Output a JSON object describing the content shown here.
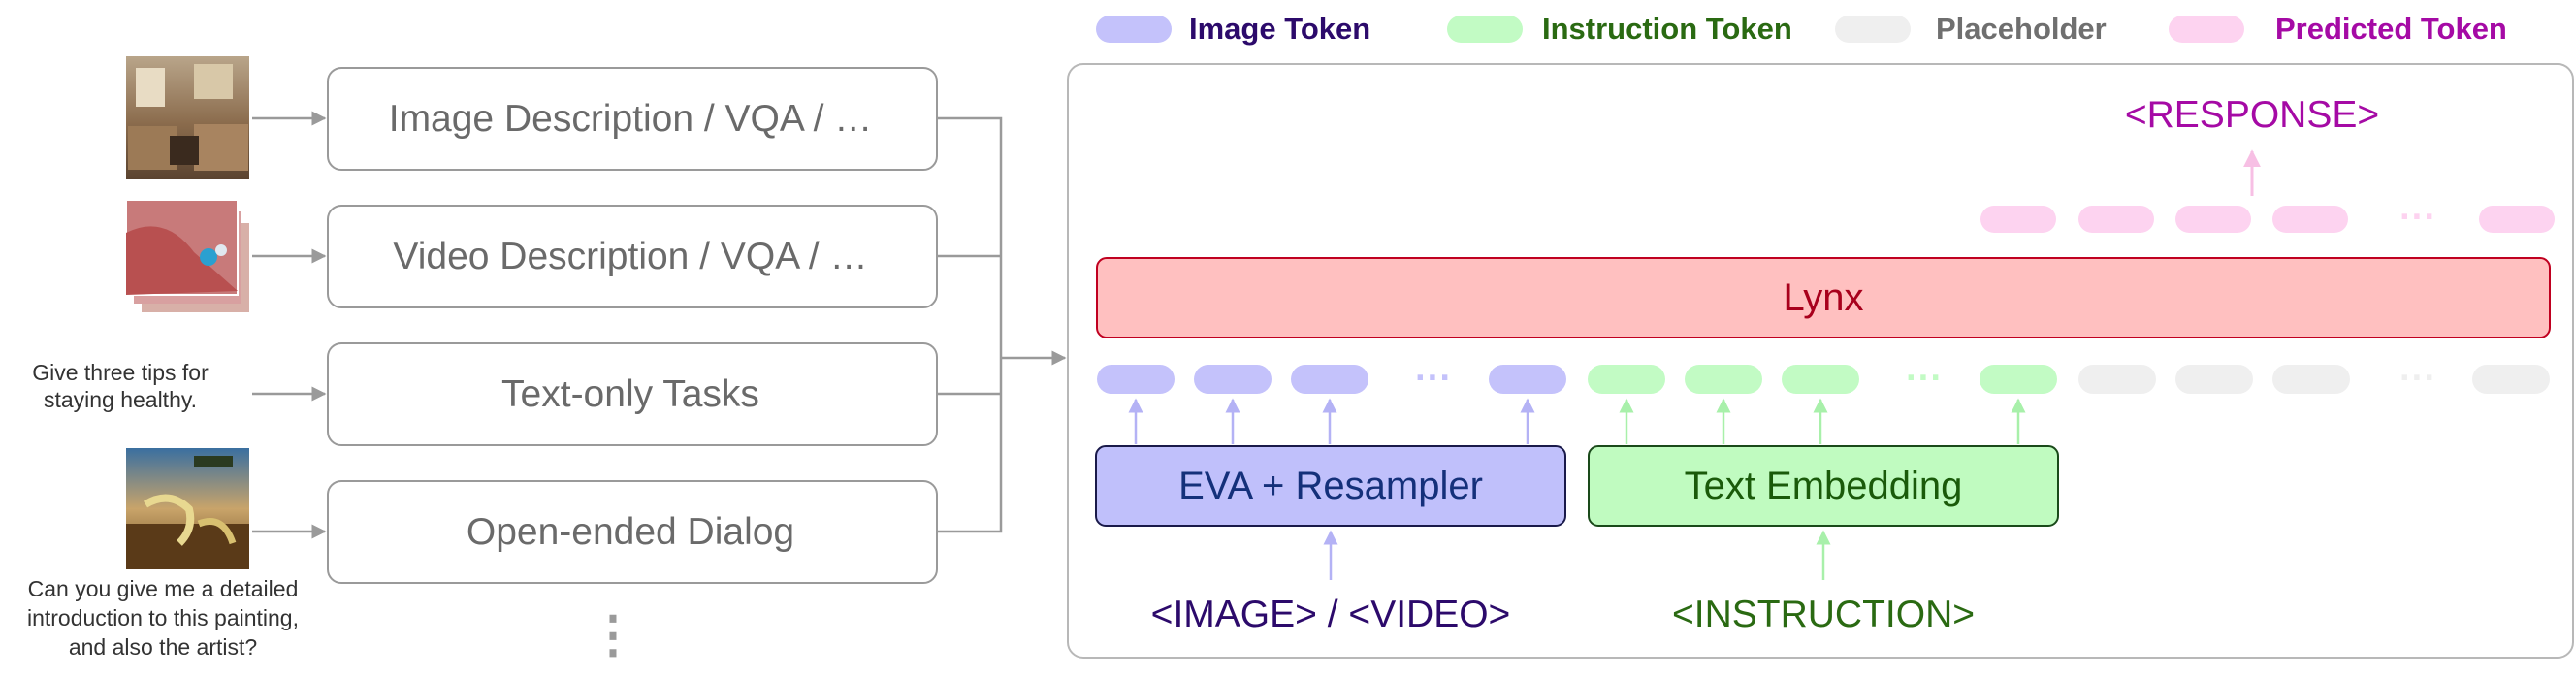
{
  "legend": {
    "items": [
      {
        "label": "Image Token",
        "swatch": "#c4c2fb",
        "text_color": "#2c0a6b"
      },
      {
        "label": "Instruction Token",
        "swatch": "#c2fbc4",
        "text_color": "#2a6a12"
      },
      {
        "label": "Placeholder",
        "swatch": "#efefef",
        "text_color": "#6f6f6f"
      },
      {
        "label": "Predicted Token",
        "swatch": "#fdd3f0",
        "text_color": "#a50aa5"
      }
    ]
  },
  "inputs": {
    "examples": [
      {
        "kind": "image-thumbnail",
        "icon": "living-room-photo"
      },
      {
        "kind": "video-thumbnail",
        "icon": "video-frames-stack"
      },
      {
        "kind": "text",
        "lines": [
          "Give three tips for",
          "staying healthy."
        ]
      },
      {
        "kind": "image-thumbnail",
        "icon": "melting-clocks-painting",
        "caption_lines": [
          "Can you give me a detailed",
          "introduction to this painting,",
          "and also the artist?"
        ]
      }
    ],
    "tasks": [
      "Image Description / VQA / …",
      "Video Description / VQA / …",
      "Text-only Tasks",
      "Open-ended Dialog"
    ],
    "more_indicator": "⋮"
  },
  "model": {
    "name": "Lynx",
    "response_label": "<RESPONSE>",
    "encoder_label": "EVA + Resampler",
    "embedding_label": "Text Embedding",
    "image_input_label": "<IMAGE> / <VIDEO>",
    "instruction_input_label": "<INSTRUCTION>",
    "ellipsis": "···",
    "colors": {
      "lynx_fill": "#ffc0c0",
      "lynx_stroke": "#c00020",
      "lynx_text": "#a8001c",
      "encoder_fill": "#c0c0fb",
      "encoder_stroke": "#1a1a4a",
      "encoder_text": "#14307a",
      "embedding_fill": "#c0fbc0",
      "embedding_stroke": "#1a4a1a",
      "embedding_text": "#1a5a0a",
      "image_token": "#c4c2fb",
      "instruction_token": "#c2fbc4",
      "placeholder_token": "#efefef",
      "predicted_token": "#fdd3f0",
      "image_input_text": "#2c0a6b",
      "instruction_input_text": "#2a6a12",
      "response_text": "#a50aa5"
    }
  }
}
